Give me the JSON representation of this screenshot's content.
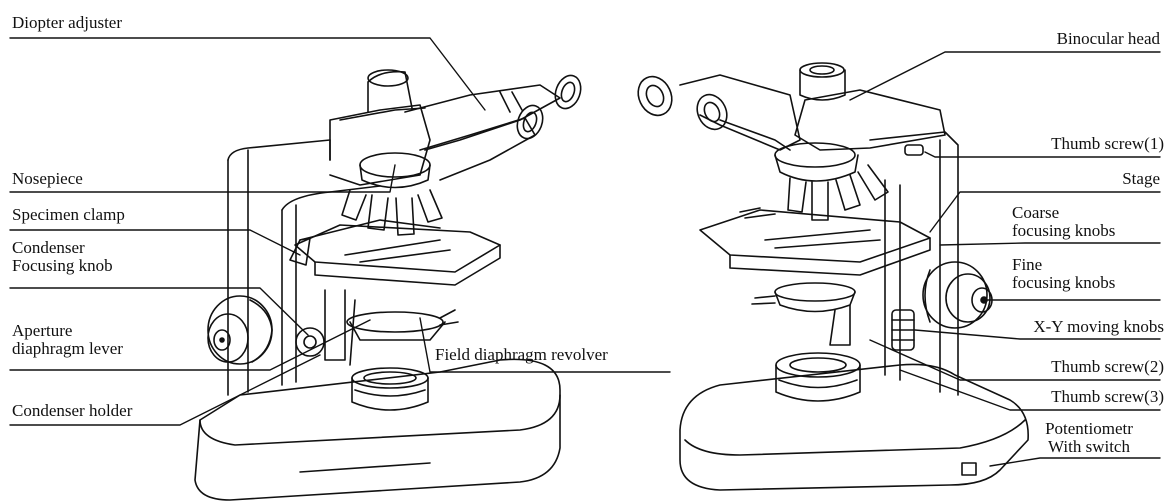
{
  "labels": {
    "diopter_adjuster": "Diopter adjuster",
    "binocular_head": "Binocular head",
    "thumb_screw_1": "Thumb screw(1)",
    "nosepiece": "Nosepiece",
    "stage": "Stage",
    "specimen_clamp": "Specimen clamp",
    "coarse_focusing_line1": "Coarse",
    "coarse_focusing_line2": "focusing knobs",
    "condenser_focusing_line1": "Condenser",
    "condenser_focusing_line2": "Focusing knob",
    "fine_focusing_line1": "Fine",
    "fine_focusing_line2": "focusing knobs",
    "aperture_line1": "Aperture",
    "aperture_line2": "diaphragm lever",
    "xy_moving_knobs": "X-Y moving knobs",
    "field_diaphragm_revolver": "Field diaphragm revolver",
    "thumb_screw_2": "Thumb screw(2)",
    "condenser_holder": "Condenser holder",
    "thumb_screw_3": "Thumb screw(3)",
    "potentiometer_line1": "Potentiometr",
    "potentiometer_line2": "With switch"
  }
}
